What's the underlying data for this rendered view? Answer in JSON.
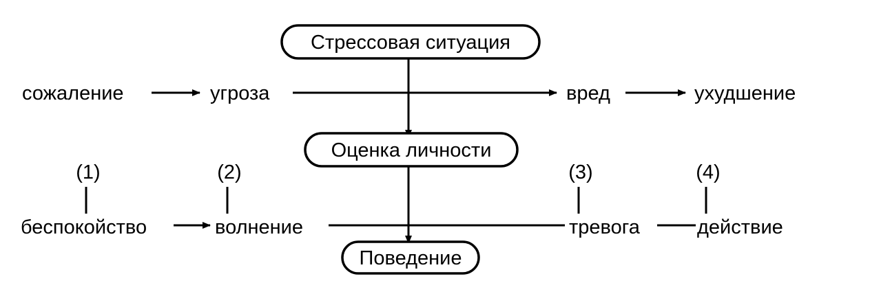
{
  "nodes": {
    "stress_situation": "Стрессовая ситуация",
    "personality_appraisal": "Оценка личности",
    "behavior": "Поведение"
  },
  "top_row": [
    "сожаление",
    "угроза",
    "вред",
    "ухудшение"
  ],
  "bottom_row": [
    "беспокойство",
    "волнение",
    "тревога",
    "действие"
  ],
  "stage_markers": [
    "(1)",
    "(2)",
    "(3)",
    "(4)"
  ]
}
